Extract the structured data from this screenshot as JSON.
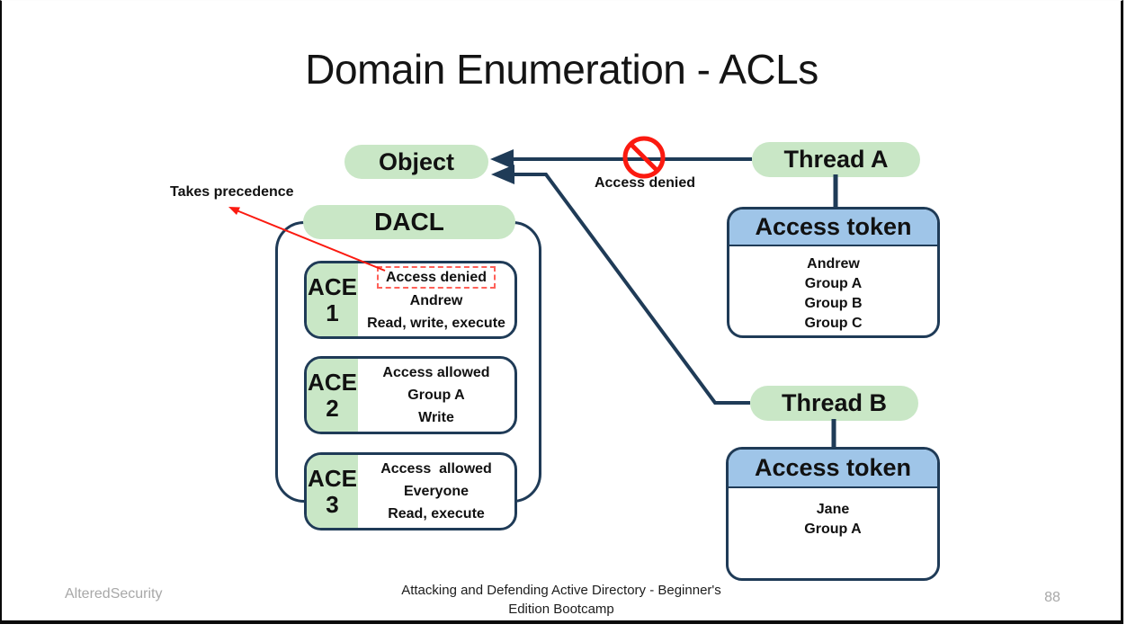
{
  "slide": {
    "title": "Domain Enumeration - ACLs",
    "footer": {
      "company": "AlteredSecurity",
      "course_line1": "Attacking and Defending Active Directory - Beginner's",
      "course_line2": "Edition Bootcamp",
      "page_number": "88"
    }
  },
  "diagram": {
    "object": {
      "label": "Object"
    },
    "dacl": {
      "label": "DACL"
    },
    "takes_precedence": {
      "label": "Takes precedence"
    },
    "access_denied": {
      "label": "Access denied"
    },
    "aces": [
      {
        "title": "ACE",
        "number": "1",
        "line1": "Access denied",
        "line2": "Andrew",
        "line3": "Read, write, execute"
      },
      {
        "title": "ACE",
        "number": "2",
        "line1": "Access allowed",
        "line2": "Group A",
        "line3": "Write"
      },
      {
        "title": "ACE",
        "number": "3",
        "line1": "Access  allowed",
        "line2": "Everyone",
        "line3": "Read, execute"
      }
    ],
    "thread_a": {
      "label": "Thread A",
      "token_title": "Access token",
      "members": [
        "Andrew",
        "Group A",
        "Group B",
        "Group C"
      ]
    },
    "thread_b": {
      "label": "Thread B",
      "token_title": "Access token",
      "members": [
        "Jane",
        "Group A"
      ]
    },
    "colors": {
      "green": "#c9e7c6",
      "blue": "#9fc5e8",
      "navy": "#1f3b57",
      "red": "#fb1a10",
      "dashed_red": "#ff6159",
      "footer_gray": "#a8a8a8"
    }
  }
}
